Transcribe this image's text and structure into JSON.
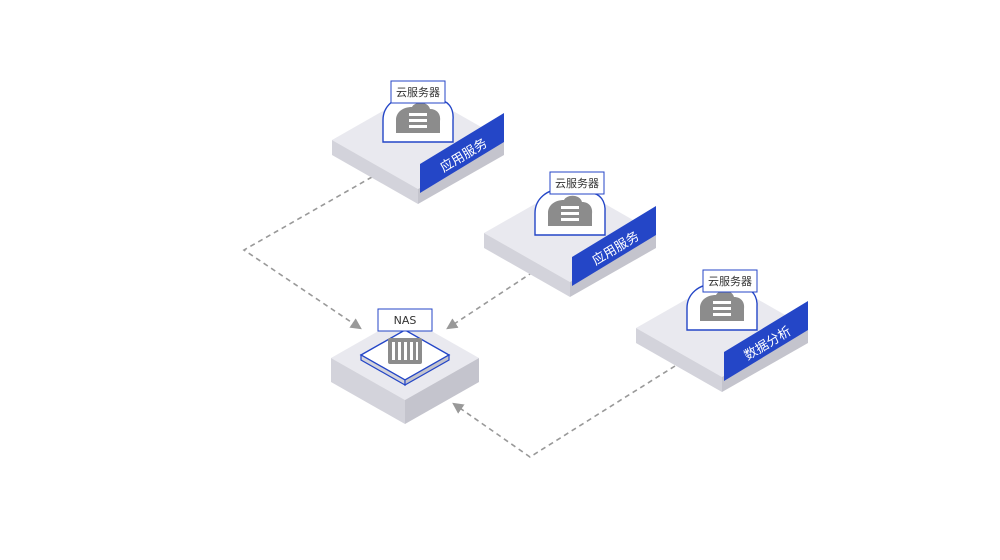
{
  "colors": {
    "accent": "#2446c7",
    "tile_top": "#e9e9ef",
    "tile_left": "#d3d3db",
    "tile_right": "#c4c4cd",
    "icon_gray": "#8c8c8c",
    "connector": "#999999"
  },
  "nodes": {
    "server_app_1": {
      "tag": "云服务器",
      "band": "应用服务",
      "icon": "cloud-server-icon"
    },
    "server_app_2": {
      "tag": "云服务器",
      "band": "应用服务",
      "icon": "cloud-server-icon"
    },
    "server_analytics": {
      "tag": "云服务器",
      "band": "数据分析",
      "icon": "cloud-server-icon"
    },
    "nas": {
      "tag": "NAS",
      "icon": "nas-storage-icon"
    }
  },
  "edges": [
    {
      "from": "server_app_1",
      "to": "nas",
      "style": "dashed-arrow"
    },
    {
      "from": "server_app_2",
      "to": "nas",
      "style": "dashed-arrow"
    },
    {
      "from": "server_analytics",
      "to": "nas",
      "style": "dashed-arrow"
    }
  ]
}
